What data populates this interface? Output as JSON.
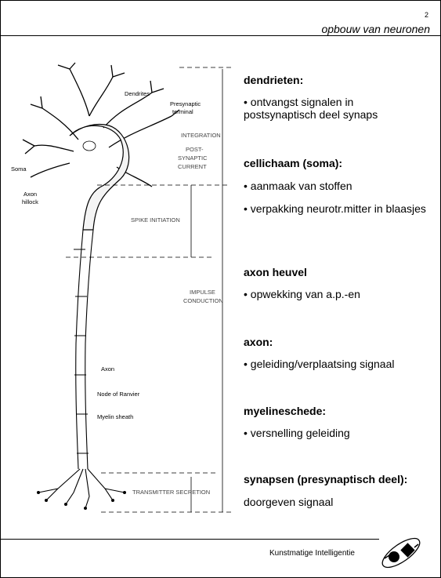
{
  "header": {
    "page_number": "2",
    "title": "opbouw van neuronen"
  },
  "figure": {
    "labels": {
      "dendrites": "Dendrites",
      "presynaptic": [
        "Presynaptic",
        "terminal"
      ],
      "integration": "INTEGRATION",
      "post": [
        "POST-",
        "SYNAPTIC",
        "CURRENT"
      ],
      "soma": "Soma",
      "hillock": [
        "Axon",
        "hillock"
      ],
      "spike": "SPIKE INITIATION",
      "impulse": [
        "IMPULSE",
        "CONDUCTION"
      ],
      "axon": "Axon",
      "ranvier": "Node of Ranvier",
      "myelin": "Myelin sheath",
      "transmitter": "TRANSMITTER SECRETION"
    }
  },
  "sections": [
    {
      "heading": "dendrieten:",
      "bullets": [
        "ontvangst signalen in postsynaptisch deel synaps"
      ]
    },
    {
      "heading": "cellichaam (soma):",
      "bullets": [
        "aanmaak van stoffen",
        "verpakking neurotr.mitter in blaasjes"
      ]
    },
    {
      "heading": "axon heuvel",
      "bullets": [
        "opwekking van a.p.-en"
      ]
    },
    {
      "heading": "axon:",
      "bullets": [
        "geleiding/verplaatsing signaal"
      ]
    },
    {
      "heading": "myelineschede:",
      "bullets": [
        "versnelling geleiding"
      ]
    },
    {
      "heading": "synapsen (presynaptisch deel):",
      "bullets": [
        "doorgeven signaal"
      ]
    }
  ],
  "footer": {
    "text": "Kunstmatige Intelligentie"
  }
}
